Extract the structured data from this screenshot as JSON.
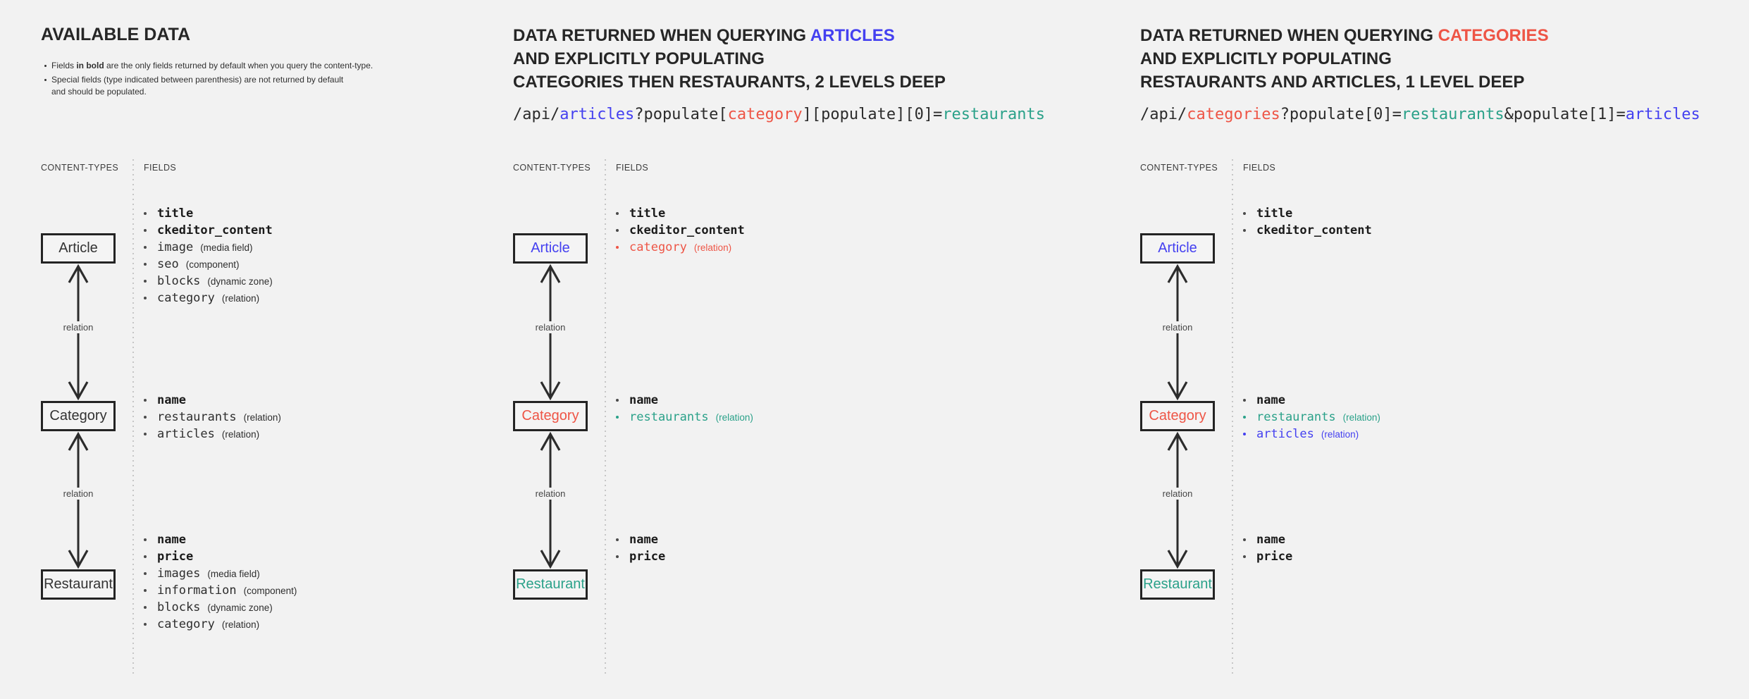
{
  "palette": {
    "background": "#f2f2f2",
    "dark": "#2b2b2b",
    "heading": "#262626",
    "blue": "#4440f0",
    "red": "#ee5546",
    "teal": "#2aa189",
    "muted": "#454545"
  },
  "panels": [
    {
      "key": "available-data",
      "title_lines": [
        [
          {
            "t": "AVAILABLE DATA"
          }
        ]
      ],
      "notes": [
        {
          "lines": [
            [
              {
                "t": "Fields "
              },
              {
                "t": "in bold",
                "b": true
              },
              {
                "t": " are the only fields returned by default when you query the content-type."
              }
            ]
          ]
        },
        {
          "lines": [
            [
              {
                "t": "Special fields (type indicated between parenthesis) are not returned by default"
              }
            ],
            [
              {
                "t": "and should be populated."
              }
            ]
          ]
        }
      ],
      "code_segments": null,
      "diagram": {
        "content_types_label": "CONTENT-TYPES",
        "fields_label": "FIELDS",
        "relation_label": "relation",
        "boxes": [
          {
            "label": "Article",
            "color": "dark"
          },
          {
            "label": "Category",
            "color": "dark"
          },
          {
            "label": "Restaurant",
            "color": "dark"
          }
        ],
        "field_groups": [
          [
            {
              "name": "title",
              "bold": true
            },
            {
              "name": "ckeditor_content",
              "bold": true
            },
            {
              "name": "image",
              "type": "(media field)"
            },
            {
              "name": "seo",
              "type": "(component)"
            },
            {
              "name": "blocks",
              "type": "(dynamic zone)"
            },
            {
              "name": "category",
              "type": "(relation)"
            }
          ],
          [
            {
              "name": "name",
              "bold": true
            },
            {
              "name": "restaurants",
              "type": "(relation)"
            },
            {
              "name": "articles",
              "type": "(relation)"
            }
          ],
          [
            {
              "name": "name",
              "bold": true
            },
            {
              "name": "price",
              "bold": true
            },
            {
              "name": "images",
              "type": "(media field)"
            },
            {
              "name": "information",
              "type": "(component)"
            },
            {
              "name": "blocks",
              "type": "(dynamic zone)"
            },
            {
              "name": "category",
              "type": "(relation)"
            }
          ]
        ]
      }
    },
    {
      "key": "query-articles",
      "title_lines": [
        [
          {
            "t": "DATA RETURNED WHEN QUERYING "
          },
          {
            "t": "ARTICLES",
            "c": "blue"
          }
        ],
        [
          {
            "t": "AND EXPLICITLY POPULATING"
          }
        ],
        [
          {
            "t": "CATEGORIES THEN RESTAURANTS, 2 LEVELS DEEP"
          }
        ]
      ],
      "notes": [],
      "code_segments": [
        {
          "t": "/api/"
        },
        {
          "t": "articles",
          "c": "blue"
        },
        {
          "t": "?populate["
        },
        {
          "t": "category",
          "c": "red"
        },
        {
          "t": "][populate][0]="
        },
        {
          "t": "restaurants",
          "c": "teal"
        }
      ],
      "diagram": {
        "content_types_label": "CONTENT-TYPES",
        "fields_label": "FIELDS",
        "relation_label": "relation",
        "boxes": [
          {
            "label": "Article",
            "color": "blue"
          },
          {
            "label": "Category",
            "color": "red"
          },
          {
            "label": "Restaurant",
            "color": "teal"
          }
        ],
        "field_groups": [
          [
            {
              "name": "title",
              "bold": true
            },
            {
              "name": "ckeditor_content",
              "bold": true
            },
            {
              "name": "category",
              "type": "(relation)",
              "c": "red"
            }
          ],
          [
            {
              "name": "name",
              "bold": true
            },
            {
              "name": "restaurants",
              "type": "(relation)",
              "c": "teal"
            }
          ],
          [
            {
              "name": "name",
              "bold": true
            },
            {
              "name": "price",
              "bold": true
            }
          ]
        ]
      }
    },
    {
      "key": "query-categories",
      "title_lines": [
        [
          {
            "t": "DATA RETURNED WHEN QUERYING "
          },
          {
            "t": "CATEGORIES",
            "c": "red"
          }
        ],
        [
          {
            "t": "AND EXPLICITLY POPULATING"
          }
        ],
        [
          {
            "t": "RESTAURANTS AND ARTICLES, 1 LEVEL DEEP"
          }
        ]
      ],
      "notes": [],
      "code_segments": [
        {
          "t": "/api/"
        },
        {
          "t": "categories",
          "c": "red"
        },
        {
          "t": "?populate[0]="
        },
        {
          "t": "restaurants",
          "c": "teal"
        },
        {
          "t": "&populate[1]="
        },
        {
          "t": "articles",
          "c": "blue"
        }
      ],
      "diagram": {
        "content_types_label": "CONTENT-TYPES",
        "fields_label": "FIELDS",
        "relation_label": "relation",
        "boxes": [
          {
            "label": "Article",
            "color": "blue"
          },
          {
            "label": "Category",
            "color": "red"
          },
          {
            "label": "Restaurant",
            "color": "teal"
          }
        ],
        "field_groups": [
          [
            {
              "name": "title",
              "bold": true
            },
            {
              "name": "ckeditor_content",
              "bold": true
            }
          ],
          [
            {
              "name": "name",
              "bold": true
            },
            {
              "name": "restaurants",
              "type": "(relation)",
              "c": "teal"
            },
            {
              "name": "articles",
              "type": "(relation)",
              "c": "blue"
            }
          ],
          [
            {
              "name": "name",
              "bold": true
            },
            {
              "name": "price",
              "bold": true
            }
          ]
        ]
      }
    }
  ]
}
